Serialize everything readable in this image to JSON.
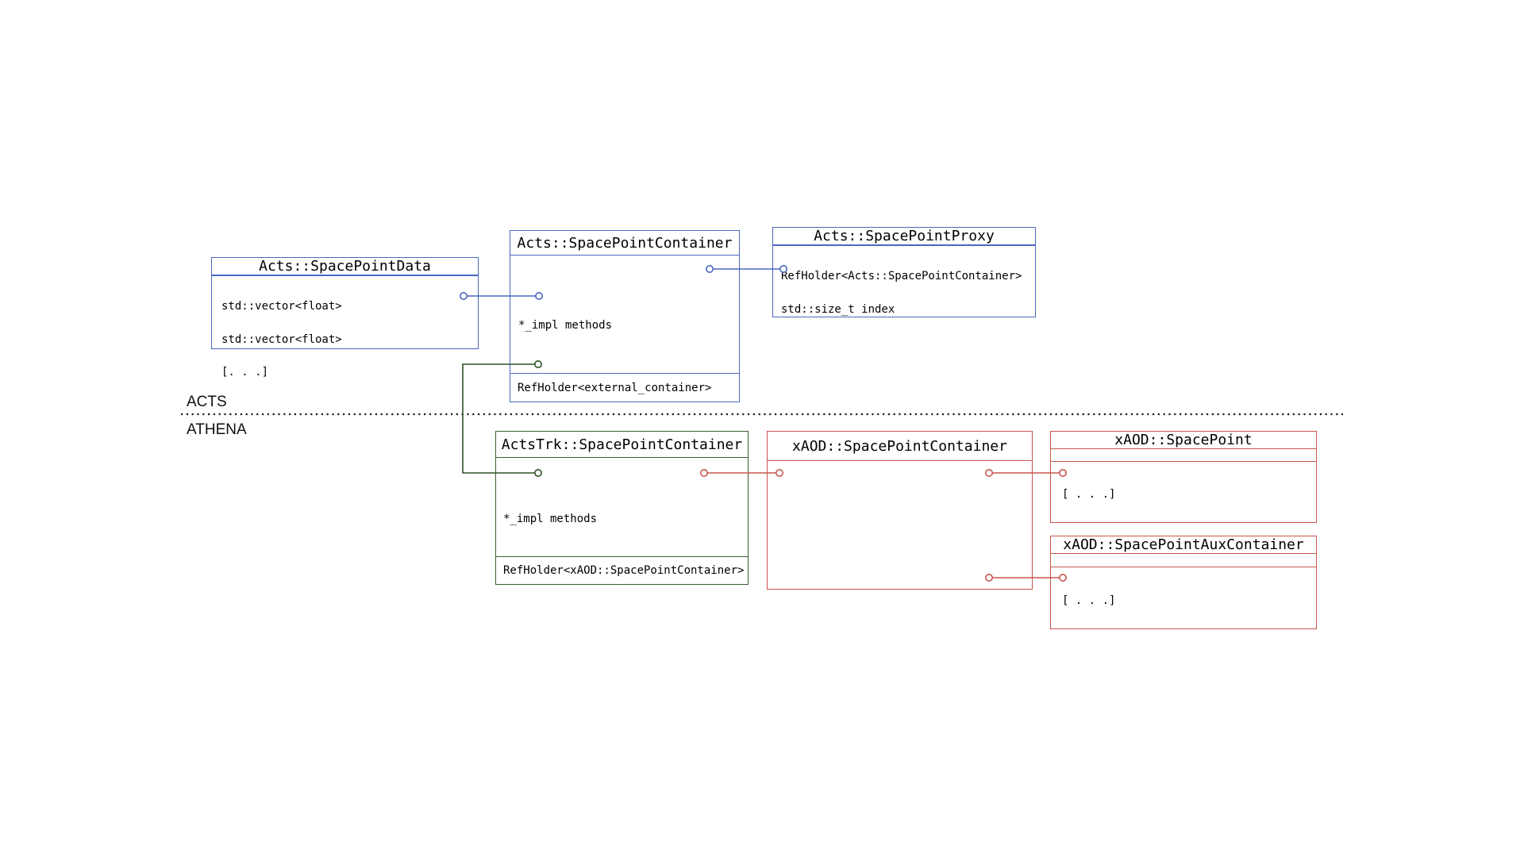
{
  "regions": {
    "acts_label": "ACTS",
    "athena_label": "ATHENA"
  },
  "colors": {
    "acts_blue": "#4a67c0",
    "bridge_green": "#3d5c36",
    "athena_red": "#c9564f",
    "divider_dotted": "#1a1a1a",
    "text": "#000000"
  },
  "boxes": {
    "space_point_data": {
      "title": "Acts::SpacePointData",
      "attributes": [
        "std::vector<float>",
        "std::vector<float>",
        "[. . .]"
      ]
    },
    "acts_container": {
      "title": "Acts::SpacePointContainer",
      "body_note": "*_impl methods",
      "footer": "RefHolder<external_container>"
    },
    "acts_proxy": {
      "title": "Acts::SpacePointProxy",
      "attributes": [
        "RefHolder<Acts::SpacePointContainer>",
        "std::size_t index"
      ]
    },
    "actstrk_container": {
      "title": "ActsTrk::SpacePointContainer",
      "body_note": "*_impl methods",
      "footer": "RefHolder<xAOD::SpacePointContainer>"
    },
    "xaod_container": {
      "title": "xAOD::SpacePointContainer"
    },
    "xaod_spacepoint": {
      "title": "xAOD::SpacePoint",
      "attributes": [
        "[ . . .]"
      ]
    },
    "xaod_aux_container": {
      "title": "xAOD::SpacePointAuxContainer",
      "attributes": [
        "[ . . .]"
      ]
    }
  },
  "relationships": [
    {
      "from": "Acts::SpacePointData",
      "to": "Acts::SpacePointContainer",
      "color": "#4a67c0",
      "style": "circle-to-circle"
    },
    {
      "from": "Acts::SpacePointContainer",
      "to": "Acts::SpacePointProxy",
      "color": "#4a67c0",
      "style": "circle-to-circle"
    },
    {
      "from": "Acts::SpacePointContainer",
      "to": "ActsTrk::SpacePointContainer",
      "color": "#2d5226",
      "style": "circle-to-circle"
    },
    {
      "from": "ActsTrk::SpacePointContainer",
      "to": "xAOD::SpacePointContainer",
      "color": "#c9564f",
      "style": "circle-to-circle"
    },
    {
      "from": "xAOD::SpacePointContainer",
      "to": "xAOD::SpacePoint",
      "color": "#c9564f",
      "style": "circle-to-circle"
    },
    {
      "from": "xAOD::SpacePointContainer",
      "to": "xAOD::SpacePointAuxContainer",
      "color": "#c9564f",
      "style": "circle-to-circle"
    }
  ]
}
